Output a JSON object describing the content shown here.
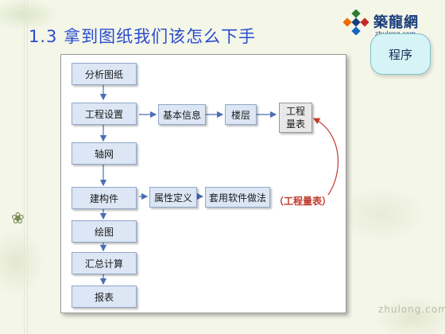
{
  "slide": {
    "title": "1.3  拿到图纸我们该怎么下手",
    "badge": "程序",
    "watermark": "zhulong.com"
  },
  "logo": {
    "name": "築龍網",
    "url": "zhulong.com",
    "icon": "diamond-flower-icon"
  },
  "colors": {
    "title": "#2a4bcf",
    "box_fill": "#dce6f4",
    "highlight_box": "#e8e8e8",
    "note": "#c0392b",
    "arrow": "#4a6fb5"
  },
  "diagram": {
    "steps": [
      "分析图纸",
      "工程设置",
      "轴网",
      "建构件",
      "绘图",
      "汇总计算",
      "报表"
    ],
    "settings_branch": [
      "基本信息",
      "楼层"
    ],
    "component_branch": [
      "属性定义",
      "套用软件做法"
    ],
    "quantity_table_lines": [
      "工程",
      "量表"
    ],
    "note": "（工程量表）"
  }
}
